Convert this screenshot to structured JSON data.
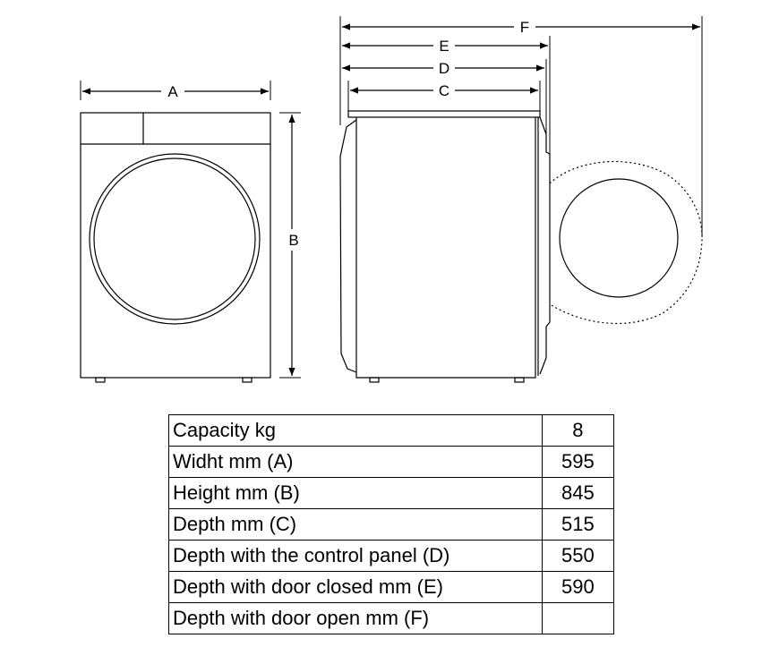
{
  "dimensions": {
    "a": "A",
    "b": "B",
    "c": "C",
    "d": "D",
    "e": "E",
    "f": "F"
  },
  "specs": [
    {
      "label": "Capacity kg",
      "value": "8"
    },
    {
      "label": "Widht mm (A)",
      "value": "595"
    },
    {
      "label": "Height mm (B)",
      "value": "845"
    },
    {
      "label": "Depth mm (C)",
      "value": "515"
    },
    {
      "label": "Depth with the control panel (D)",
      "value": "550"
    },
    {
      "label": "Depth with door closed mm (E)",
      "value": "590"
    },
    {
      "label": "Depth with door open mm (F)",
      "value": ""
    }
  ]
}
